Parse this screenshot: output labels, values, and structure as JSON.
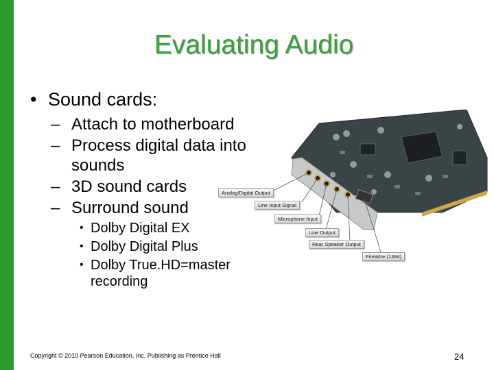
{
  "slide": {
    "title": "Evaluating Audio",
    "bullet": "Sound cards:",
    "sub_bullets": [
      "Attach to motherboard",
      "Process digital data into sounds",
      "3D sound cards",
      "Surround sound"
    ],
    "sub_sub_bullets": [
      "Dolby Digital EX",
      "Dolby Digital Plus",
      "Dolby True.HD=master recording"
    ],
    "footer": "Copyright © 2010 Pearson Education, Inc. Publishing as Prentice Hall",
    "page_number": "24"
  },
  "figure": {
    "callouts": [
      "Analog/Digital Output",
      "Line Input Signal",
      "Microphone Input",
      "Line Output",
      "Rear Speaker Output",
      "FireWire (1394)"
    ]
  },
  "colors": {
    "accent_bar": "#2d9a2d",
    "title": "#3aa23a"
  }
}
